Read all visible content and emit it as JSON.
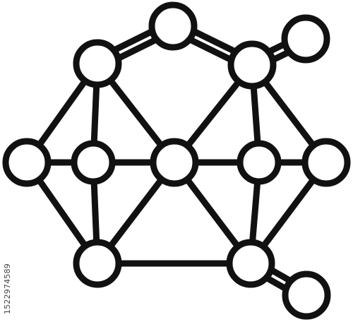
{
  "image": {
    "background_color": "#ffffff",
    "stroke_color": "#111111",
    "fill_color": "#ffffff",
    "icon": "molecular-network-icon",
    "watermark_id": "1522974589"
  },
  "graph": {
    "nodes": [
      {
        "id": "top"
      },
      {
        "id": "upper-left"
      },
      {
        "id": "upper-right"
      },
      {
        "id": "far-top-right"
      },
      {
        "id": "mid-far-left"
      },
      {
        "id": "mid-left"
      },
      {
        "id": "center"
      },
      {
        "id": "mid-right"
      },
      {
        "id": "mid-far-right"
      },
      {
        "id": "lower-left"
      },
      {
        "id": "lower-right"
      },
      {
        "id": "far-bottom-right"
      }
    ],
    "edges": [
      [
        "upper-left",
        "mid-far-left"
      ],
      [
        "upper-left",
        "mid-left"
      ],
      [
        "upper-left",
        "center"
      ],
      [
        "upper-right",
        "center"
      ],
      [
        "upper-right",
        "mid-right"
      ],
      [
        "upper-right",
        "mid-far-right"
      ],
      [
        "mid-far-left",
        "mid-left"
      ],
      [
        "mid-left",
        "center"
      ],
      [
        "center",
        "mid-right"
      ],
      [
        "mid-right",
        "mid-far-right"
      ],
      [
        "mid-far-left",
        "lower-left"
      ],
      [
        "mid-left",
        "lower-left"
      ],
      [
        "center",
        "lower-left"
      ],
      [
        "center",
        "lower-right"
      ],
      [
        "mid-right",
        "lower-right"
      ],
      [
        "mid-far-right",
        "lower-right"
      ],
      [
        "lower-left",
        "lower-right"
      ]
    ],
    "double_bonds": [
      [
        "upper-left",
        "top"
      ],
      [
        "top",
        "upper-right"
      ],
      [
        "upper-right",
        "far-top-right"
      ],
      [
        "lower-right",
        "far-bottom-right"
      ]
    ]
  }
}
